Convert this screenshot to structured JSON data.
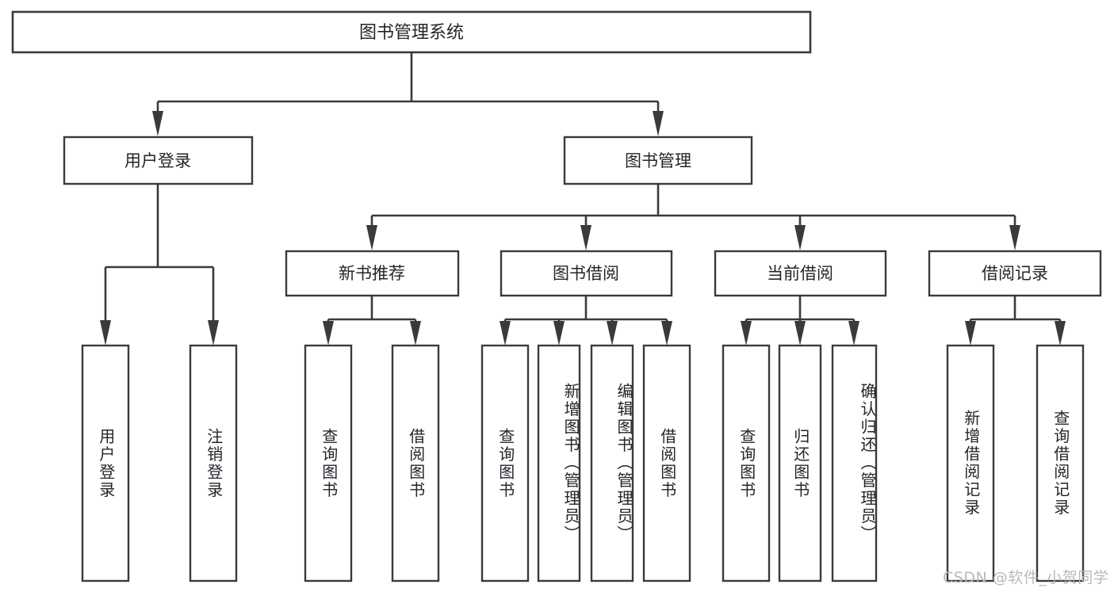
{
  "diagram": {
    "title": "图书管理系统",
    "type": "tree-structure-chart",
    "watermark": "CSDN @软件_小贺同学",
    "colors": {
      "background": "#ffffff",
      "box_stroke": "#3a3a3a",
      "box_fill": "#ffffff",
      "text": "#22262b",
      "watermark": "#b9b9b9"
    },
    "root": {
      "label": "图书管理系统"
    },
    "level2": [
      {
        "label": "用户登录"
      },
      {
        "label": "图书管理"
      }
    ],
    "level3": [
      {
        "label": "新书推荐"
      },
      {
        "label": "图书借阅"
      },
      {
        "label": "当前借阅"
      },
      {
        "label": "借阅记录"
      }
    ],
    "leaves": {
      "user_login": [
        {
          "label": "用户登录"
        },
        {
          "label": "注销登录"
        }
      ],
      "new_book": [
        {
          "label": "查询图书"
        },
        {
          "label": "借阅图书"
        }
      ],
      "book_borrow": [
        {
          "label": "查询图书"
        },
        {
          "label": "新增图书（管理员）"
        },
        {
          "label": "编辑图书（管理员）"
        },
        {
          "label": "借阅图书"
        }
      ],
      "current_borrow": [
        {
          "label": "查询图书"
        },
        {
          "label": "归还图书"
        },
        {
          "label": "确认归还（管理员）"
        }
      ],
      "borrow_record": [
        {
          "label": "新增借阅记录"
        },
        {
          "label": "查询借阅记录"
        }
      ]
    }
  }
}
